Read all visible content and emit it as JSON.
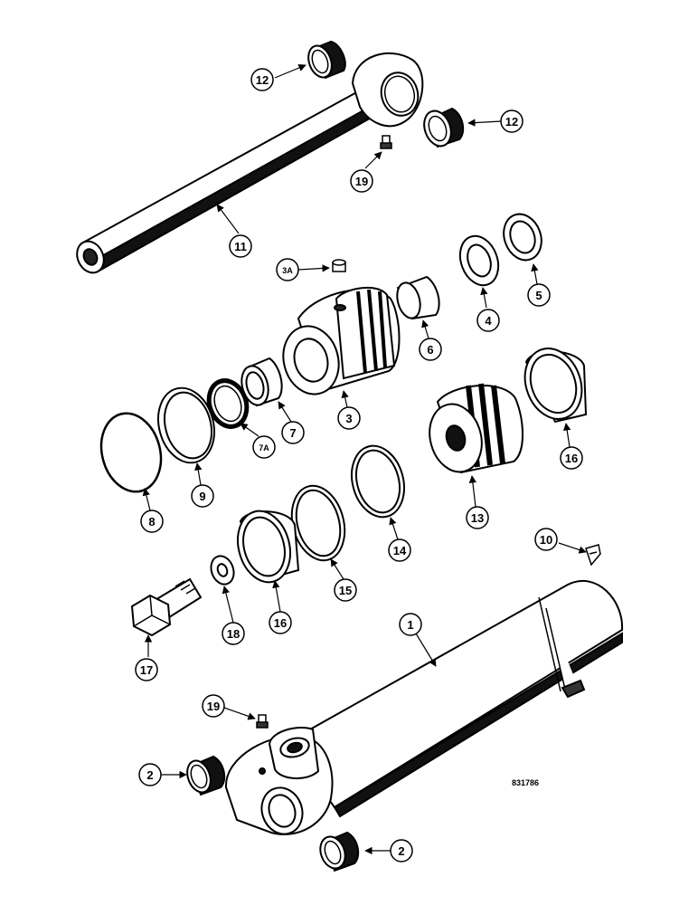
{
  "figure_ref": "831786",
  "callouts": {
    "c12a": "12",
    "c12b": "12",
    "c19a": "19",
    "c11": "11",
    "c3A": "3A",
    "c4": "4",
    "c5": "5",
    "c6": "6",
    "c3": "3",
    "c7": "7",
    "c7A": "7A",
    "c9": "9",
    "c8": "8",
    "c16a": "16",
    "c13": "13",
    "c14": "14",
    "c15": "15",
    "c10": "10",
    "c16b": "16",
    "c18": "18",
    "c17": "17",
    "c1": "1",
    "c19b": "19",
    "c2a": "2",
    "c2b": "2"
  }
}
